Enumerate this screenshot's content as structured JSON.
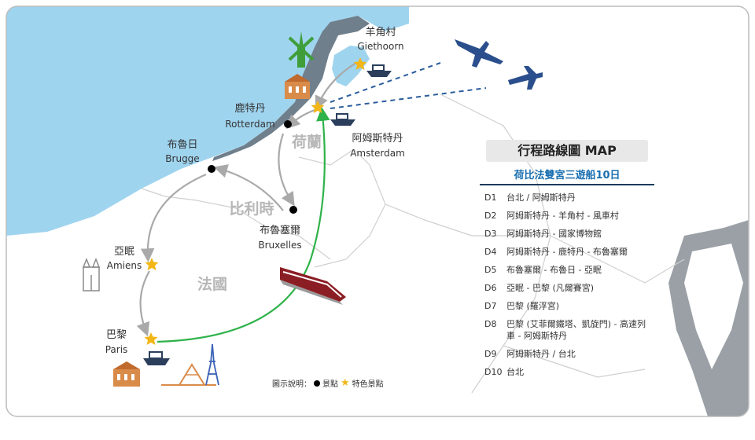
{
  "panel": {
    "title": "行程路線圖 MAP",
    "subtitle": "荷比法雙宮三遊船10日",
    "days": [
      {
        "day": "D1",
        "text": "台北 / 阿姆斯特丹"
      },
      {
        "day": "D2",
        "text": "阿姆斯特丹 - 羊角村 - 風車村"
      },
      {
        "day": "D3",
        "text": "阿姆斯特丹 - 國家博物館"
      },
      {
        "day": "D4",
        "text": "阿姆斯特丹 - 鹿特丹 - 布魯塞爾"
      },
      {
        "day": "D5",
        "text": "布魯塞爾 - 布魯日 - 亞眠"
      },
      {
        "day": "D6",
        "text": "亞眠 - 巴黎 (凡爾賽宮)"
      },
      {
        "day": "D7",
        "text": "巴黎 (羅浮宮)"
      },
      {
        "day": "D8",
        "text": "巴黎 (艾菲爾鐵塔、凱旋門) - 高速列車 - 阿姆斯特丹"
      },
      {
        "day": "D9",
        "text": "阿姆斯特丹 / 台北"
      },
      {
        "day": "D10",
        "text": "台北"
      }
    ]
  },
  "cities": {
    "giethoorn_zh": "羊角村",
    "giethoorn_en": "Giethoorn",
    "rotterdam_zh": "鹿特丹",
    "rotterdam_en": "Rotterdam",
    "amsterdam_zh": "阿姆斯特丹",
    "amsterdam_en": "Amsterdam",
    "brugge_zh": "布魯日",
    "brugge_en": "Brugge",
    "bruxelles_zh": "布魯塞爾",
    "bruxelles_en": "Bruxelles",
    "amiens_zh": "亞眠",
    "amiens_en": "Amiens",
    "paris_zh": "巴黎",
    "paris_en": "Paris"
  },
  "countries": {
    "netherlands": "荷蘭",
    "belgium": "比利時",
    "france": "法國"
  },
  "legend": {
    "label": "圖示說明：",
    "spot": "景點",
    "feature_spot": "特色景點"
  },
  "colors": {
    "sea": "#9fd4ef",
    "land": "#ffffff",
    "route": "#a9a9a9",
    "train_route": "#2fb24a",
    "star": "#f2b616",
    "flight": "#2b4f8c"
  }
}
